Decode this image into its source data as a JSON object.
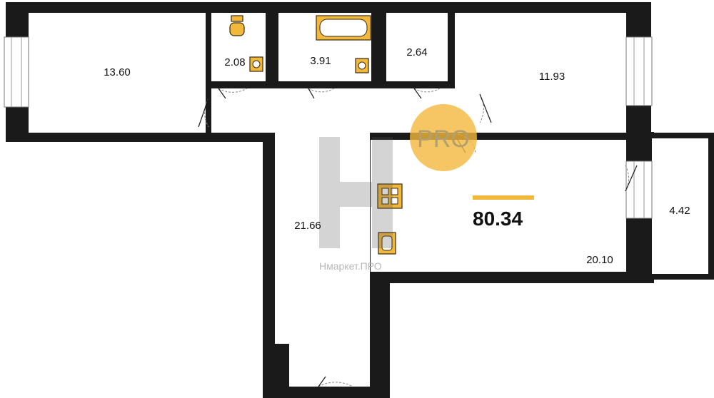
{
  "plan": {
    "total_area": "80.34",
    "accent_color": "#f2b83c",
    "wall_color": "#1a1a1a",
    "rooms": [
      {
        "id": "bedroom-left",
        "label": "13.60"
      },
      {
        "id": "toilet",
        "label": "2.08"
      },
      {
        "id": "bathroom",
        "label": "3.91"
      },
      {
        "id": "storage",
        "label": "2.64"
      },
      {
        "id": "bedroom-right",
        "label": "11.93"
      },
      {
        "id": "hallway",
        "label": "21.66"
      },
      {
        "id": "kitchen-living",
        "label": "20.10"
      },
      {
        "id": "balcony",
        "label": "4.42"
      }
    ]
  },
  "watermark": {
    "brand": "Нмаркет.ПРО",
    "badge": "PRO"
  }
}
